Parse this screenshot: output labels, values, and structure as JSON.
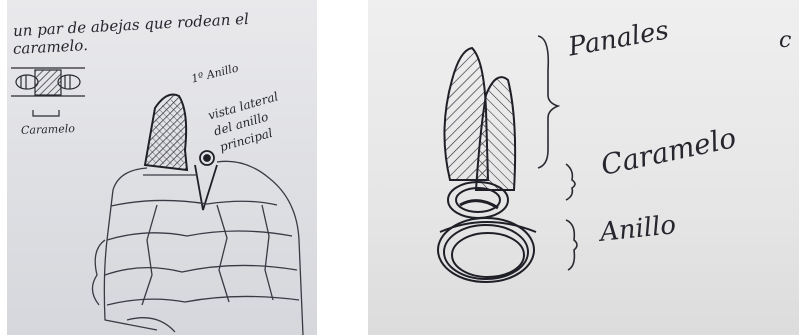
{
  "left_photo": {
    "note_line1": "un par de abejas que rodean el",
    "note_line2": "caramelo.",
    "caramelo_label": "Caramelo",
    "anillo_label": "1º Anillo",
    "side_view_line1": "vista lateral",
    "side_view_line2": "del anillo",
    "side_view_line3": "principal"
  },
  "right_photo": {
    "panales_label": "Panales",
    "caramelo_label": "Caramelo",
    "anillo_label": "Anillo",
    "edge_fragment": "c"
  },
  "ink_color": "#26262e"
}
